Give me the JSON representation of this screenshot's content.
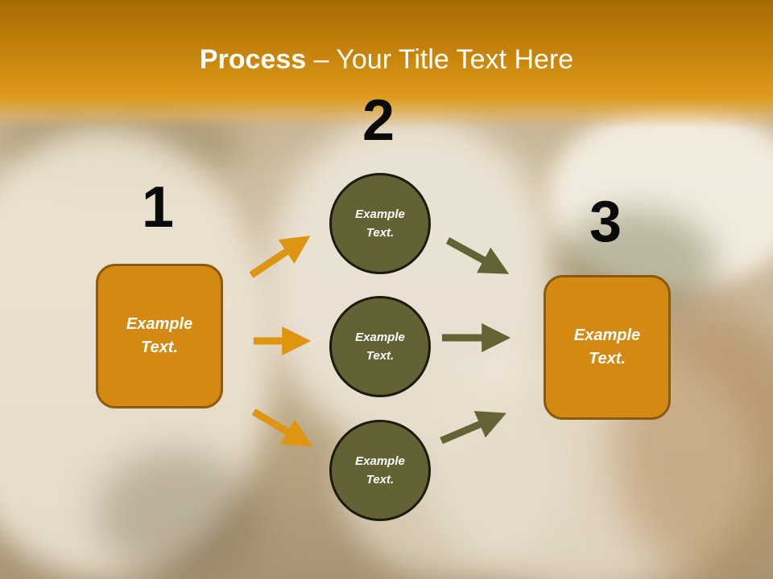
{
  "title": {
    "bold": "Process",
    "rest": " – Your Title Text Here"
  },
  "numbers": {
    "n1": "1",
    "n2": "2",
    "n3": "3"
  },
  "left_box": {
    "text": "Example Text."
  },
  "right_box": {
    "text": "Example Text."
  },
  "circles": [
    {
      "text": "Example Text."
    },
    {
      "text": "Example Text."
    },
    {
      "text": "Example Text."
    }
  ],
  "colors": {
    "title_band": "#c8860c",
    "box_fill": "#d48a12",
    "circle_fill": "#636234",
    "orange_arrow": "#de9612",
    "olive_arrow": "#646336"
  }
}
